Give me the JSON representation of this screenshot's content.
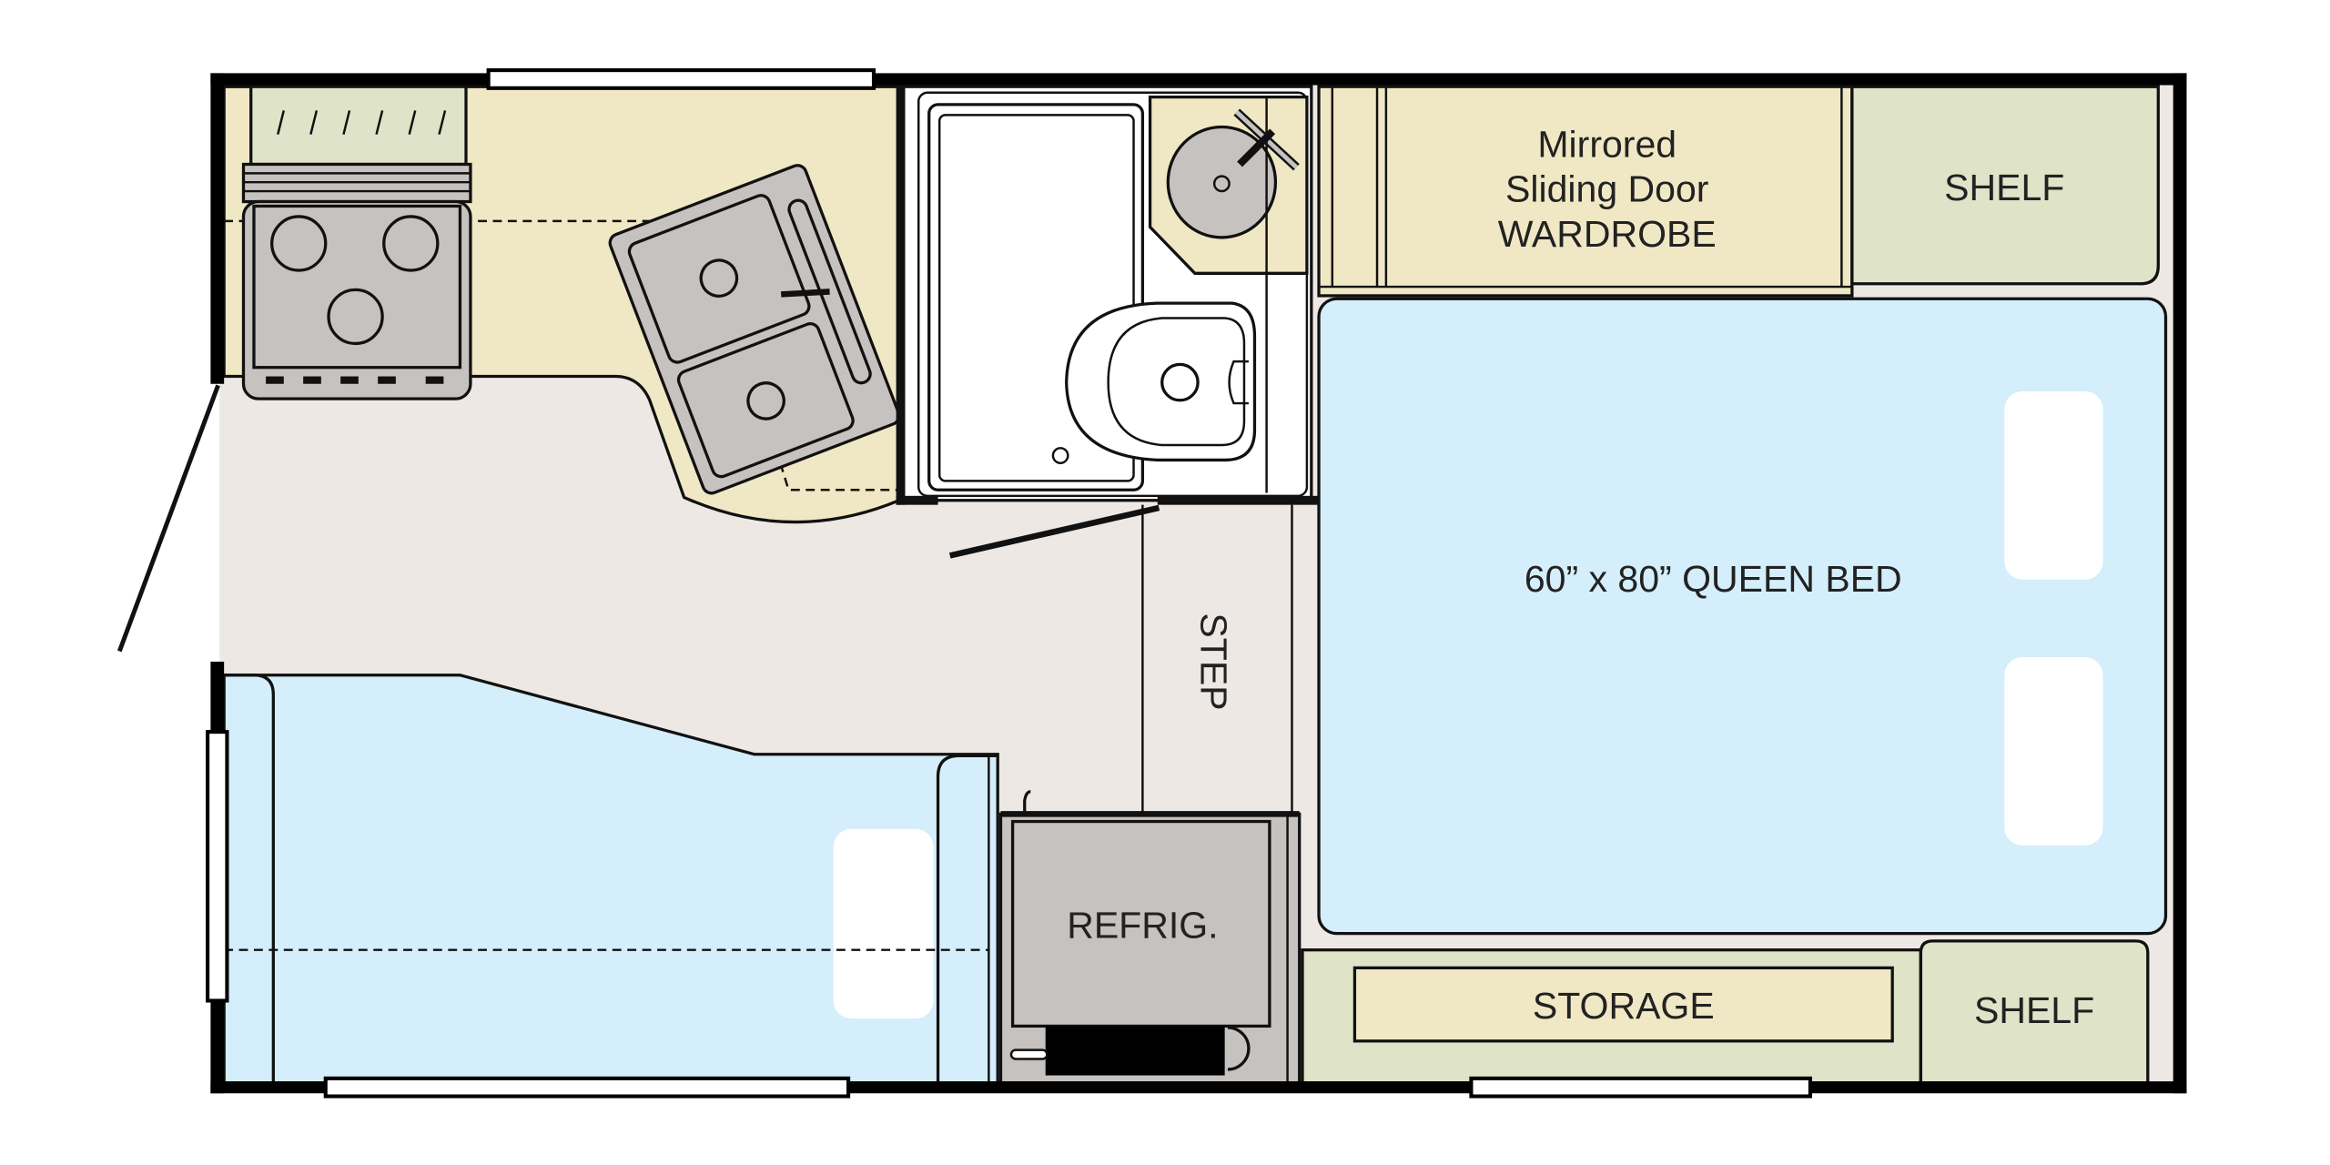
{
  "labels": {
    "wardrobe_line1": "Mirrored",
    "wardrobe_line2": "Sliding Door",
    "wardrobe_line3": "WARDROBE",
    "shelf_top": "SHELF",
    "shelf_bottom": "SHELF",
    "bed": "60” x 80” QUEEN BED",
    "step": "STEP",
    "refrigerator": "REFRIG.",
    "storage": "STORAGE"
  },
  "colors": {
    "wall": "#000000",
    "counter": "#f0e8c4",
    "floor": "#ede8e4",
    "cushion": "#d4eefb",
    "shelf": "#dfe3c8",
    "appliance": "#c5c2c0"
  }
}
